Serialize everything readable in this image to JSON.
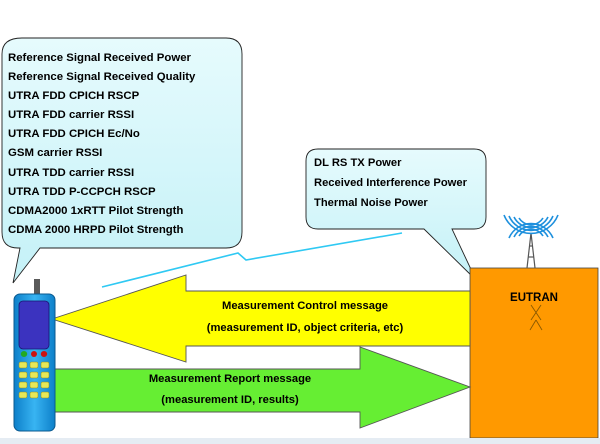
{
  "ue_measurements": [
    "Reference Signal Received Power",
    "Reference Signal Received Quality",
    "UTRA FDD CPICH RSCP",
    "UTRA FDD carrier RSSI",
    "UTRA FDD CPICH Ec/No",
    "GSM carrier RSSI",
    "UTRA TDD carrier RSSI",
    "UTRA TDD P-CCPCH RSCP",
    "CDMA2000 1xRTT Pilot Strength",
    "CDMA 2000 HRPD Pilot Strength"
  ],
  "enb_measurements": [
    "DL RS TX Power",
    "Received Interference Power",
    "Thermal Noise Power"
  ],
  "eutran_label": "EUTRAN",
  "control_message": {
    "line1": "Measurement Control message",
    "line2": "(measurement ID, object criteria, etc)"
  },
  "report_message": {
    "line1": "Measurement Report message",
    "line2": "(measurement ID, results)"
  },
  "colors": {
    "bubble_fill": "#ccf5fa",
    "eutran_fill": "#ff9900",
    "control_arrow": "#ffff00",
    "report_arrow": "#66ee33",
    "phone_body": "#1e9ee6",
    "phone_screen": "#3b33bf"
  }
}
